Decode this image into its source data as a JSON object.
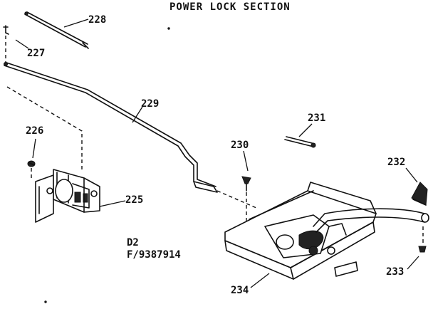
{
  "title": "POWER LOCK SECTION",
  "code": {
    "line1": "D2",
    "line2": "F/9387914"
  },
  "callouts": {
    "p225": "225",
    "p226": "226",
    "p227": "227",
    "p228": "228",
    "p229": "229",
    "p230": "230",
    "p231": "231",
    "p232": "232",
    "p233": "233",
    "p234": "234"
  }
}
